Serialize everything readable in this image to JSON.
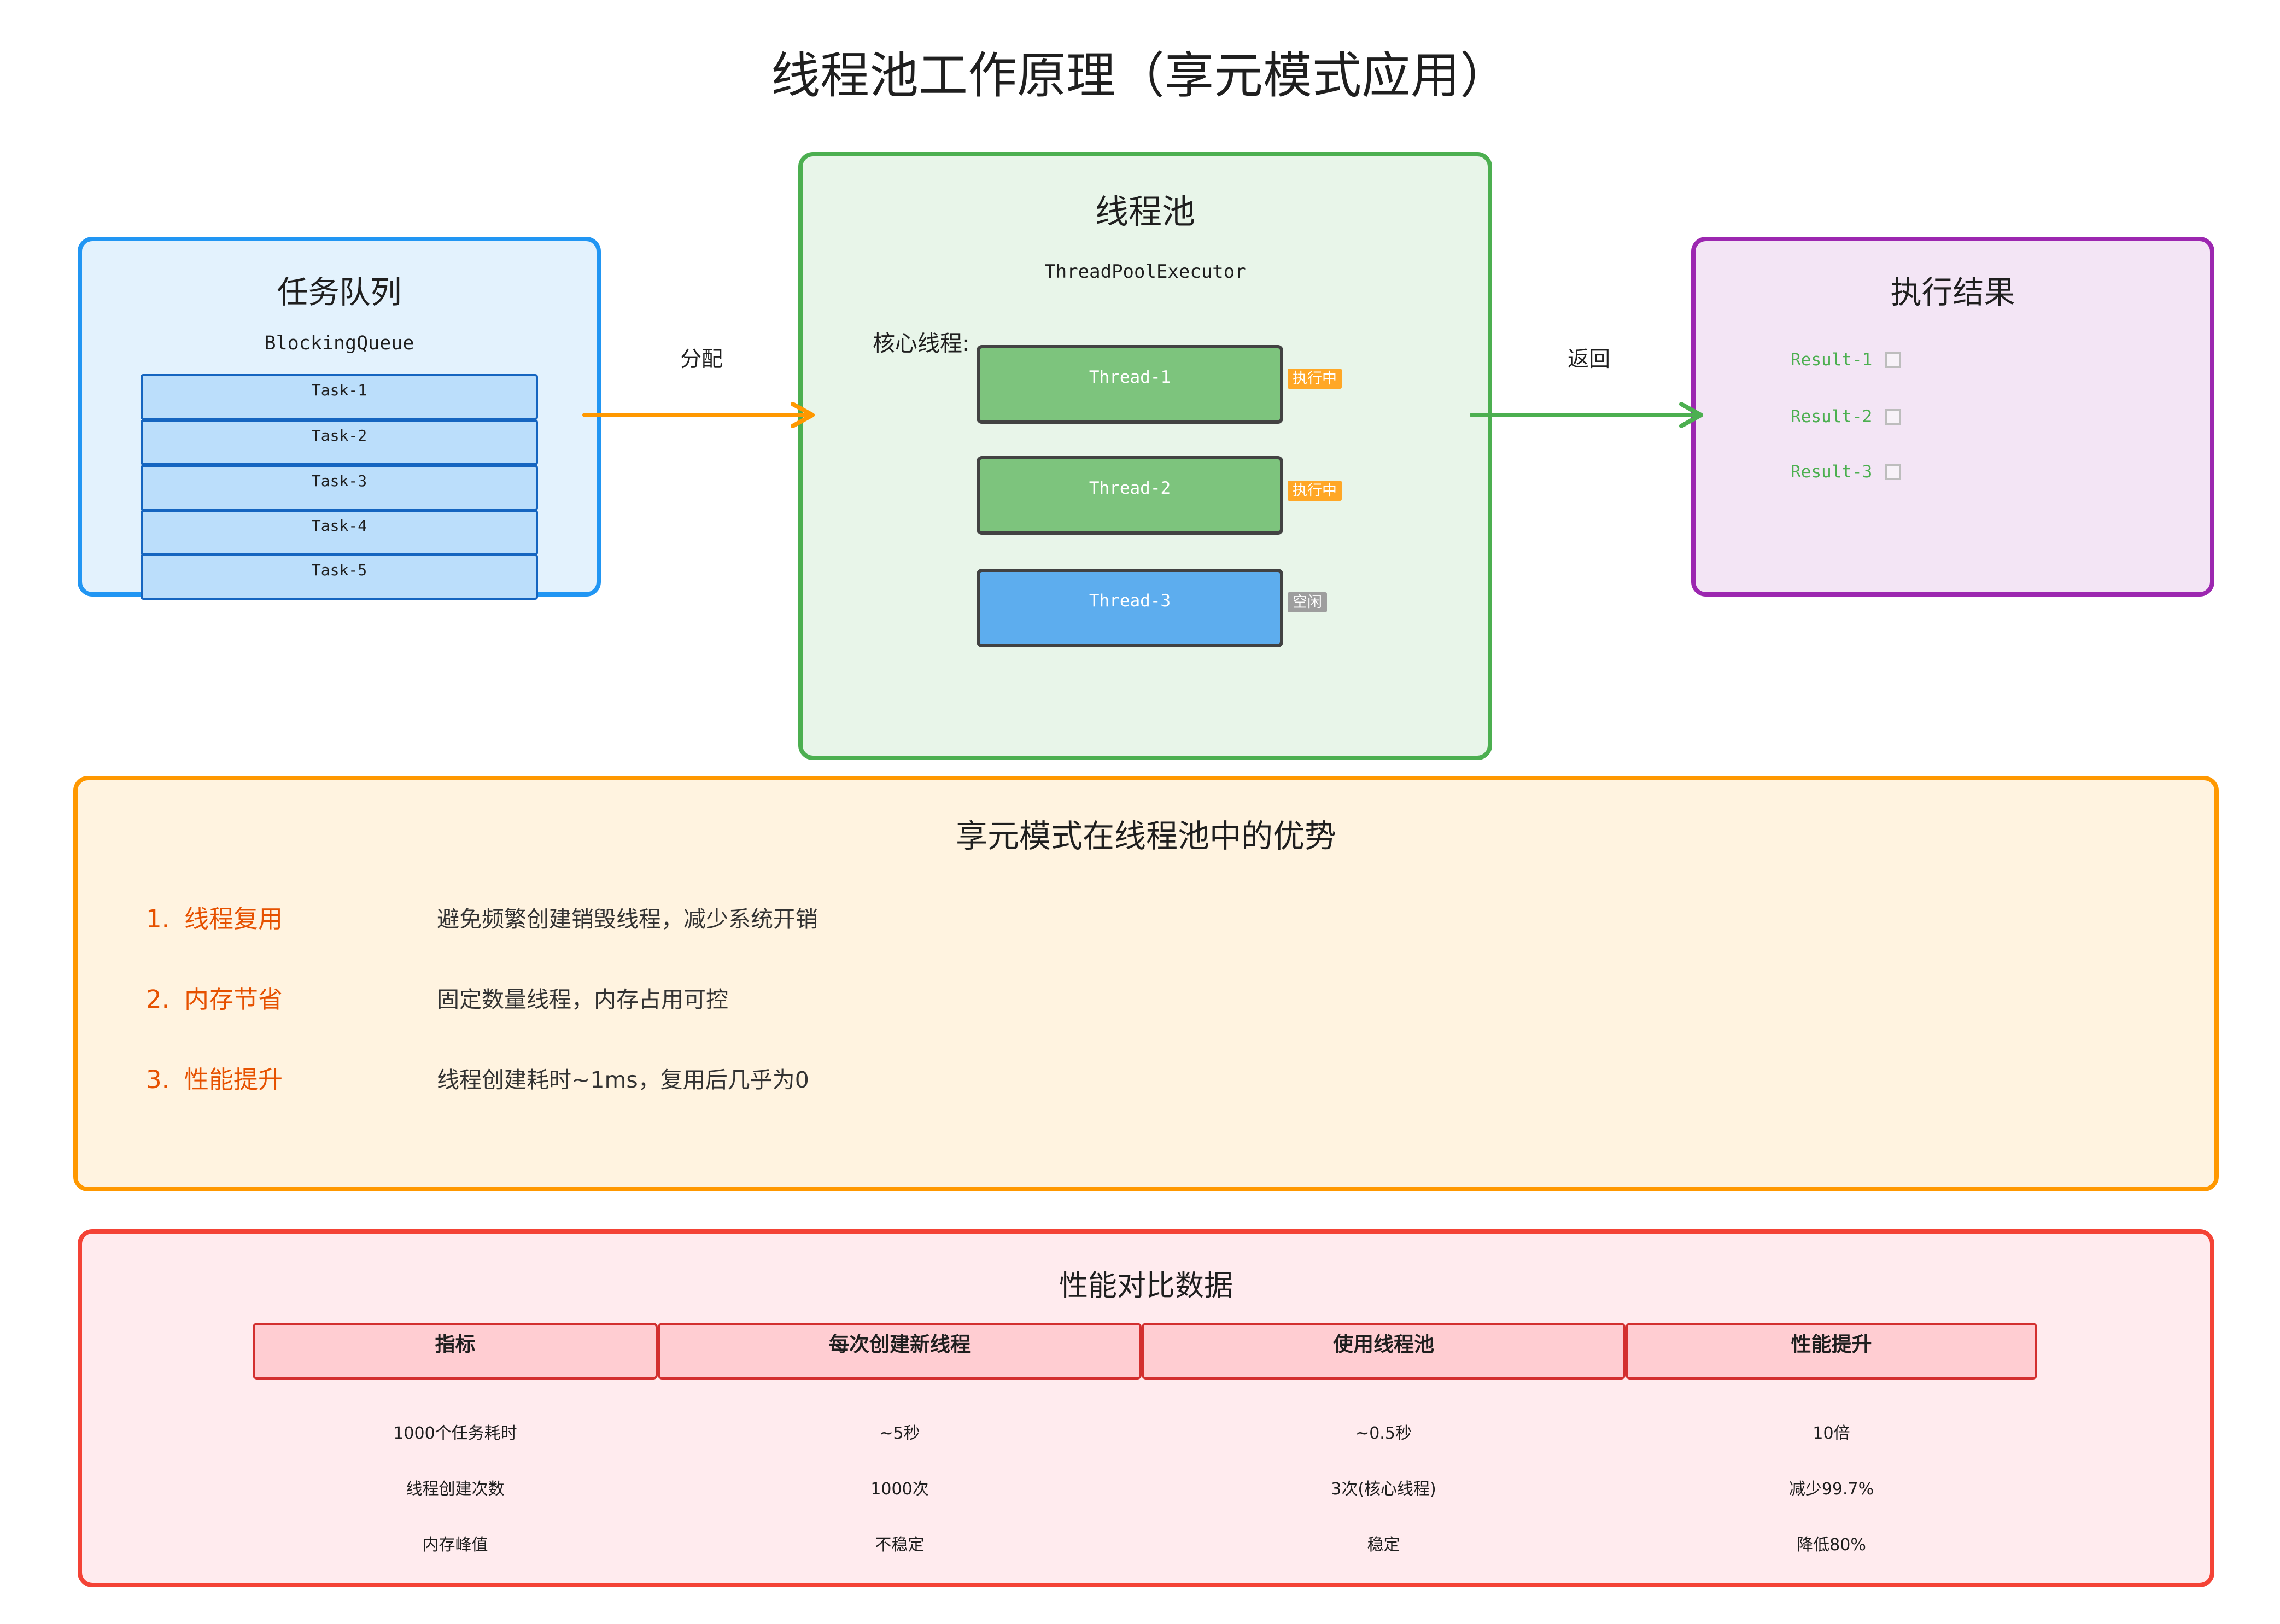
{
  "title": "线程池工作原理（享元模式应用）",
  "task_queue": {
    "title": "任务队列",
    "subtitle": "BlockingQueue",
    "tasks": [
      "Task-1",
      "Task-2",
      "Task-3",
      "Task-4",
      "Task-5"
    ]
  },
  "dispatch": {
    "label": "分配"
  },
  "thread_pool": {
    "title": "线程池",
    "subtitle": "ThreadPoolExecutor",
    "core_label": "核心线程:",
    "threads": [
      {
        "name": "Thread-1",
        "status": "执行中",
        "fill": "#7DC47D",
        "status_color": "#FFA726"
      },
      {
        "name": "Thread-2",
        "status": "执行中",
        "fill": "#7DC47D",
        "status_color": "#FFA726"
      },
      {
        "name": "Thread-3",
        "status": "空闲",
        "fill": "#5DADEE",
        "status_color": "#9E9E9E"
      }
    ]
  },
  "return": {
    "label": "返回"
  },
  "results": {
    "title": "执行结果",
    "items": [
      {
        "label": "Result-1",
        "icon": "checkbox-icon"
      },
      {
        "label": "Result-2",
        "icon": "checkbox-icon"
      },
      {
        "label": "Result-3",
        "icon": "checkbox-icon"
      }
    ]
  },
  "advantages": {
    "title": "享元模式在线程池中的优势",
    "items": [
      {
        "index": "1.",
        "name": "线程复用",
        "desc": "避免频繁创建销毁线程，减少系统开销"
      },
      {
        "index": "2.",
        "name": "内存节省",
        "desc": "固定数量线程，内存占用可控"
      },
      {
        "index": "3.",
        "name": "性能提升",
        "desc": "线程创建耗时~1ms，复用后几乎为0"
      }
    ]
  },
  "performance": {
    "title": "性能对比数据",
    "headers": [
      "指标",
      "每次创建新线程",
      "使用线程池",
      "性能提升"
    ],
    "rows": [
      [
        "1000个任务耗时",
        "~5秒",
        "~0.5秒",
        "10倍"
      ],
      [
        "线程创建次数",
        "1000次",
        "3次(核心线程)",
        "减少99.7%"
      ],
      [
        "内存峰值",
        "不稳定",
        "稳定",
        "降低80%"
      ]
    ]
  },
  "colors": {
    "queue_border": "#2196F3",
    "queue_fill": "#E3F2FD",
    "task_fill": "#BBDEFB",
    "pool_border": "#4CAF50",
    "pool_fill": "#E8F5E9",
    "results_border": "#9C27B0",
    "results_fill": "#F3E5F5",
    "result_text": "#4CAF50",
    "advantages_border": "#FF9800",
    "advantages_fill": "#FFF3E0",
    "advantage_name": "#E65100",
    "performance_border": "#F44336",
    "performance_fill": "#FFEBEE",
    "table_header_fill": "#FFCDD2",
    "dispatch_arrow": "#FF9800",
    "return_arrow": "#4CAF50"
  }
}
